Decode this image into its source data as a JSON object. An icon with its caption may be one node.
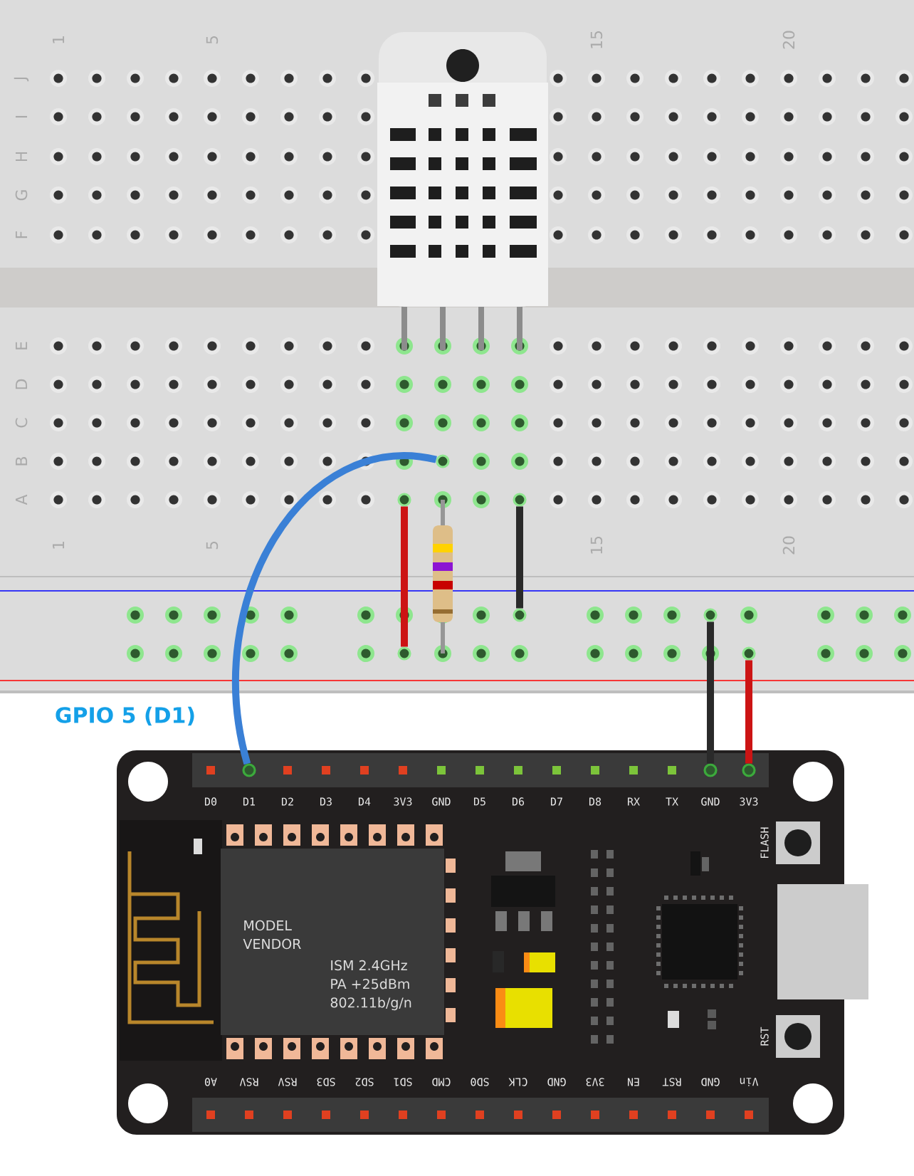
{
  "diagram": {
    "nodes": [
      {
        "text": [],
        "shape": "picture"
      },
      {
        "text": [],
        "shape": "picture",
        "in": 0
      },
      {
        "text": [],
        "shape": "picture",
        "in": 0
      },
      {
        "text": [],
        "shape": "picture"
      },
      {
        "text": [],
        "shape": "circle",
        "in": 0
      },
      {
        "text": [],
        "shape": "circle",
        "in": 3
      },
      {
        "text": [],
        "shape": "circle",
        "in": 0
      },
      {
        "text": [],
        "shape": "circle",
        "in": 0
      },
      {
        "text": [],
        "shape": "circle",
        "in": 0
      },
      {
        "text": [],
        "shape": "circle",
        "in": 0
      },
      {
        "text": [],
        "shape": "circle",
        "in": 0
      },
      {
        "text": [],
        "shape": "circle",
        "in": 3
      },
      {
        "text": [],
        "shape": "circle",
        "in": 0
      },
      {
        "text": [],
        "shape": "circle",
        "in": 3
      }
    ],
    "edges": [
      {
        "from": 4,
        "to": 5,
        "arrow": "none",
        "color": "#3a80d6"
      },
      {
        "from": 6,
        "to": 7,
        "arrow": "none",
        "color": "#cc1414"
      },
      {
        "from": 8,
        "to": 9,
        "arrow": "none",
        "color": "#2a2a2a"
      },
      {
        "from": 11,
        "to": 10,
        "arrow": "none",
        "color": "#2a2a2a"
      },
      {
        "from": 13,
        "to": 12,
        "arrow": "none",
        "color": "#cc1414"
      }
    ],
    "labels": [
      "1",
      "5",
      "15",
      "20",
      "J",
      "I",
      "H",
      "G",
      "F",
      "E",
      "D",
      "C",
      "B",
      "A",
      "1",
      "5",
      "15",
      "20",
      "GPIO 5 (D1)",
      "D0",
      "D1",
      "D2",
      "D3",
      "D4",
      "3V3",
      "GND",
      "D5",
      "D6",
      "D7",
      "D8",
      "RX",
      "TX",
      "GND",
      "3V3",
      "FLASH",
      "MODEL",
      "VENDOR",
      "ISM 2.4GHz",
      "PA +25dBm",
      "802.11b/g/n",
      "RST",
      "A0",
      "RSV",
      "RSV",
      "SD3",
      "SD2",
      "SD1",
      "CMD",
      "SD0",
      "CLK",
      "GND",
      "3V3",
      "EN",
      "RST",
      "GND",
      "Vin"
    ]
  }
}
